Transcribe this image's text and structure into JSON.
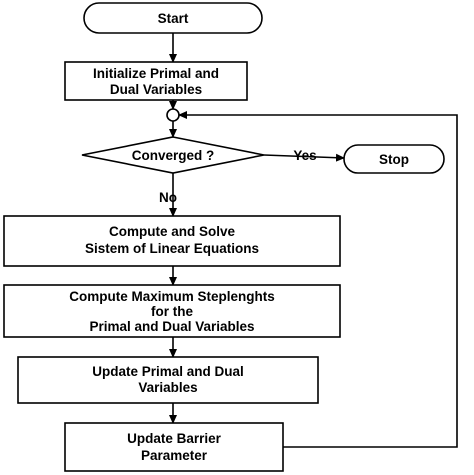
{
  "nodes": {
    "start": {
      "label": "Start"
    },
    "init": {
      "line1": "Initialize Primal and",
      "line2": "Dual Variables"
    },
    "decision": {
      "label": "Converged ?"
    },
    "yes_label": "Yes",
    "no_label": "No",
    "stop": {
      "label": "Stop"
    },
    "solve": {
      "line1": "Compute and Solve",
      "line2": "Sistem of Linear Equations"
    },
    "steplength": {
      "line1": "Compute Maximum Steplenghts",
      "line2": "for the",
      "line3": "Primal and Dual Variables"
    },
    "update_vars": {
      "line1": "Update Primal and Dual",
      "line2": "Variables"
    },
    "update_barrier": {
      "line1": "Update Barrier",
      "line2": "Parameter"
    }
  }
}
